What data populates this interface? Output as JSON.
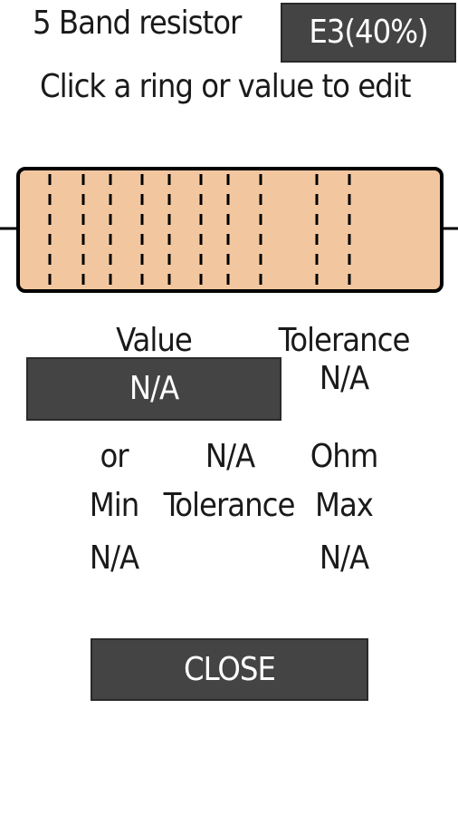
{
  "header": {
    "title": "5 Band resistor",
    "series_button": "E3(40%)",
    "instruction": "Click a ring or value to edit"
  },
  "resistor": {
    "body_color": "#F2C7A0",
    "outline_color": "#000000",
    "lead_color": "#000000"
  },
  "value_section": {
    "value_label": "Value",
    "value_button": "N/A",
    "tolerance_label": "Tolerance",
    "tolerance_value": "N/A"
  },
  "summary": {
    "or_label": "or",
    "ohm_value": "N/A",
    "ohm_unit": "Ohm",
    "min_label": "Min",
    "tolerance_label": "Tolerance",
    "max_label": "Max",
    "min_value": "N/A",
    "max_value": "N/A"
  },
  "footer": {
    "close_button": "CLOSE"
  }
}
